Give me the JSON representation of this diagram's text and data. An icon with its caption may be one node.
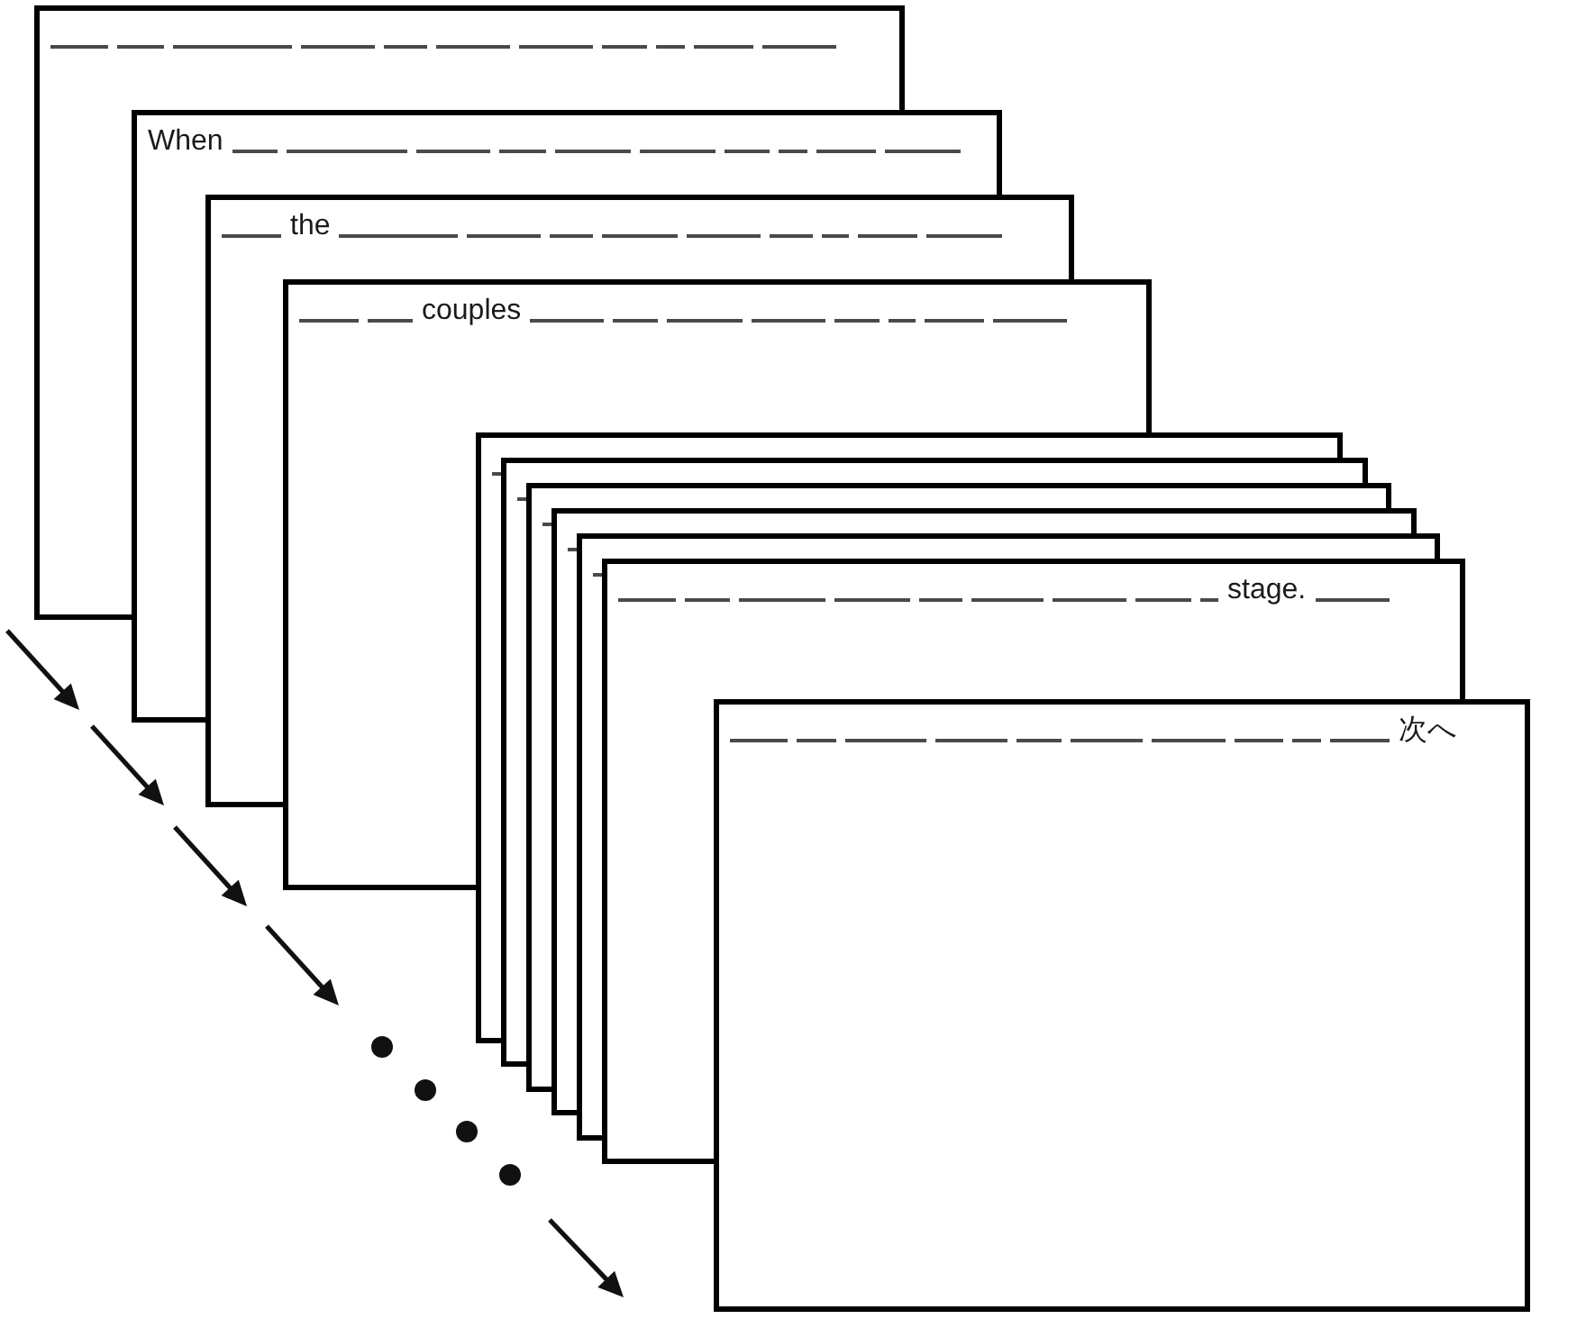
{
  "diagram": {
    "nodes": [
      {
        "text": [],
        "shape": "box"
      },
      {
        "text": [
          "When"
        ]
      },
      {
        "text": [
          "the"
        ]
      },
      {
        "text": [
          "couples"
        ]
      },
      {
        "text": [],
        "shape": "box"
      },
      {
        "text": [],
        "shape": "box"
      },
      {
        "text": [],
        "shape": "box"
      },
      {
        "text": [],
        "shape": "box"
      },
      {
        "text": [],
        "shape": "box"
      },
      {
        "text": [
          "stage."
        ]
      },
      {
        "text": [
          "次へ"
        ]
      }
    ]
  }
}
